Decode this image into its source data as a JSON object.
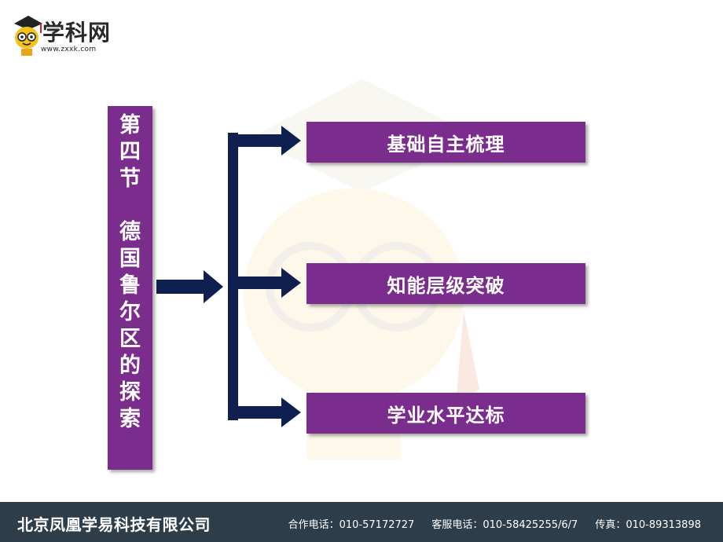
{
  "logo": {
    "name": "学科网",
    "url": "www.zxxk.com"
  },
  "title": "第\n四\n节\n\n德\n国\n鲁\n尔\n区\n的\n探\n索",
  "items": [
    {
      "label": "基础自主梳理"
    },
    {
      "label": "知能层级突破"
    },
    {
      "label": "学业水平达标"
    }
  ],
  "footer": {
    "company": "北京凤凰学易科技有限公司",
    "cooperation": "合作电话：010-57172727",
    "service": "客服电话：010-58425255/6/7",
    "fax": "传真：010-89313898"
  },
  "colors": {
    "accent": "#7b2d8e",
    "arrow": "#0f1f4f",
    "footer_bg": "#2d3e4a"
  }
}
